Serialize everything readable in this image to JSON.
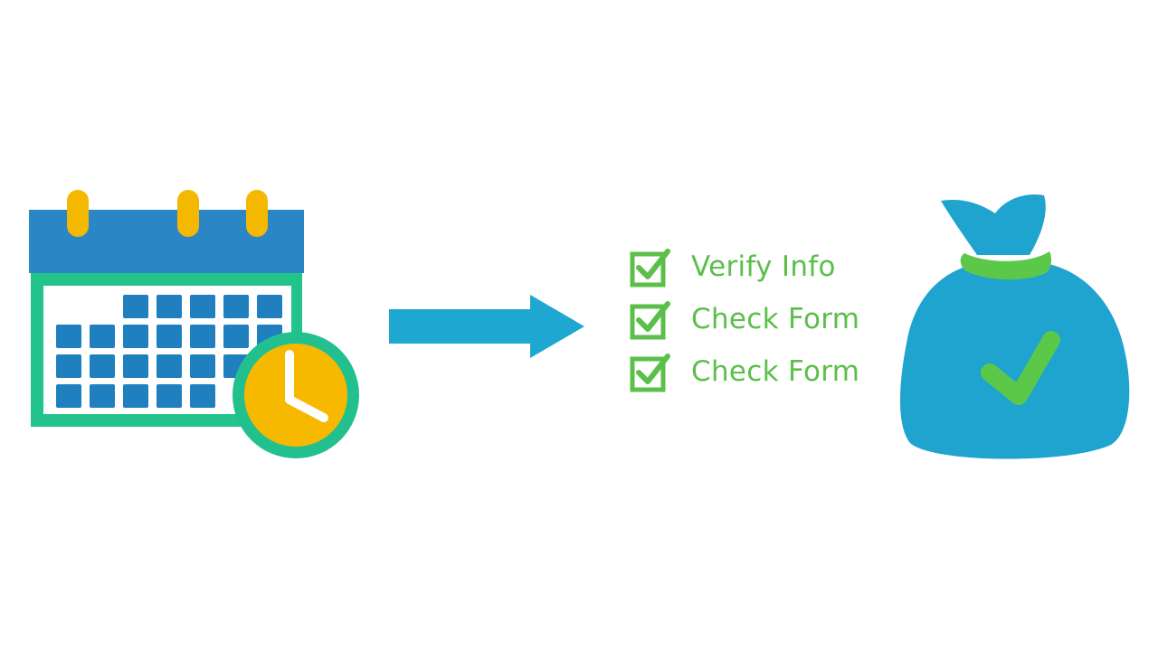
{
  "colors": {
    "calendar_header": "#2b86c6",
    "calendar_frame": "#23c48b",
    "calendar_cells": "#1f7fbf",
    "ring_tabs": "#f5b800",
    "clock_face": "#f7b800",
    "clock_rim": "#22c08e",
    "arrow": "#1ea7d1",
    "check_green": "#5bbf4a",
    "money_bag": "#1fa3cf",
    "bag_tie": "#5cc84a"
  },
  "icons": {
    "calendar": "calendar-icon",
    "clock": "clock-icon",
    "arrow": "arrow-right-icon",
    "checkbox": "checked-box-icon",
    "money_bag": "money-bag-icon"
  },
  "checklist": {
    "items": [
      {
        "label": "Verify Info"
      },
      {
        "label": "Check Form"
      },
      {
        "label": "Check Form"
      }
    ]
  }
}
